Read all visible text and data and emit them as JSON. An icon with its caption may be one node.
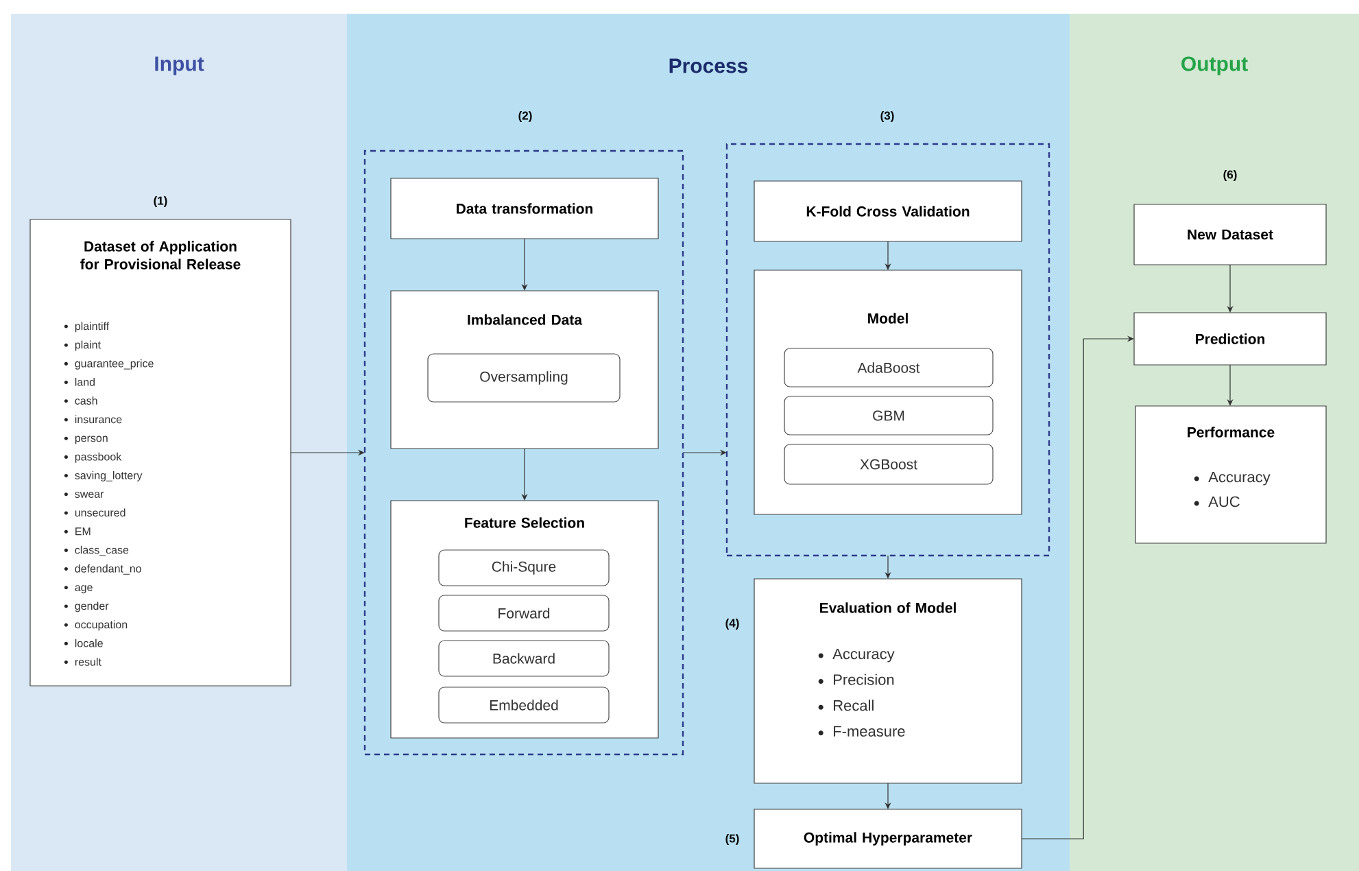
{
  "diagram": {
    "nodes": [
      {
        "text": [
          "Input"
        ]
      },
      {
        "text": [
          "Process"
        ]
      },
      {
        "text": [
          "Output"
        ]
      },
      {
        "text": [
          "Dataset of Application for Provisional Release",
          "plaintiff",
          "plaint",
          "guarantee_price",
          "land",
          "cash",
          "insurance",
          "person",
          "passbook",
          "saving_lottery",
          "swear",
          "unsecured",
          "EM",
          "class_case",
          "defendant_no",
          "age",
          "gender",
          "occupation",
          "locale",
          "result"
        ],
        "beside": [
          "(1)"
        ],
        "in": 0
      },
      {
        "text": [],
        "shape": "box",
        "beside": [
          "(2)"
        ],
        "in": 1
      },
      {
        "text": [
          "Data transformation"
        ],
        "in": 4
      },
      {
        "text": [
          "Imbalanced Data"
        ],
        "in": 4
      },
      {
        "text": [
          "Oversampling"
        ],
        "in": 6
      },
      {
        "text": [
          "Feature Selection"
        ],
        "in": 4
      },
      {
        "text": [
          "Chi-Squre"
        ],
        "in": 8
      },
      {
        "text": [
          "Forward"
        ],
        "in": 8
      },
      {
        "text": [
          "Backward"
        ],
        "in": 8
      },
      {
        "text": [
          "Embedded"
        ],
        "in": 8
      },
      {
        "text": [],
        "shape": "box",
        "beside": [
          "(3)"
        ],
        "in": 1
      },
      {
        "text": [
          "K-Fold Cross Validation"
        ],
        "in": 13
      },
      {
        "text": [
          "Model"
        ],
        "in": 13
      },
      {
        "text": [
          "AdaBoost"
        ],
        "in": 15
      },
      {
        "text": [
          "GBM"
        ],
        "in": 15
      },
      {
        "text": [
          "XGBoost"
        ],
        "in": 15
      },
      {
        "text": [
          "Evaluation of Model",
          "Accuracy",
          "Precision",
          "Recall",
          "F-measure"
        ],
        "beside": [
          "(4)"
        ],
        "in": 1
      },
      {
        "text": [
          "Optimal Hyperparameter"
        ],
        "beside": [
          "(5)"
        ],
        "in": 1
      },
      {
        "text": [
          "New Dataset"
        ],
        "beside": [
          "(6)"
        ],
        "in": 2
      },
      {
        "text": [
          "Prediction"
        ],
        "in": 2
      },
      {
        "text": [
          "Performance",
          "Accuracy",
          "AUC"
        ],
        "in": 2
      }
    ],
    "edges": [
      {
        "from": 3,
        "to": 4,
        "arrow": "to"
      },
      {
        "from": 5,
        "to": 6,
        "arrow": "to"
      },
      {
        "from": 6,
        "to": 8,
        "arrow": "to"
      },
      {
        "from": 4,
        "to": 13,
        "arrow": "to"
      },
      {
        "from": 14,
        "to": 15,
        "arrow": "to"
      },
      {
        "from": 13,
        "to": 19,
        "arrow": "to"
      },
      {
        "from": 19,
        "to": 20,
        "arrow": "to"
      },
      {
        "from": 20,
        "to": 22,
        "arrow": "to"
      },
      {
        "from": 21,
        "to": 22,
        "arrow": "to"
      },
      {
        "from": 22,
        "to": 23,
        "arrow": "to"
      }
    ]
  }
}
